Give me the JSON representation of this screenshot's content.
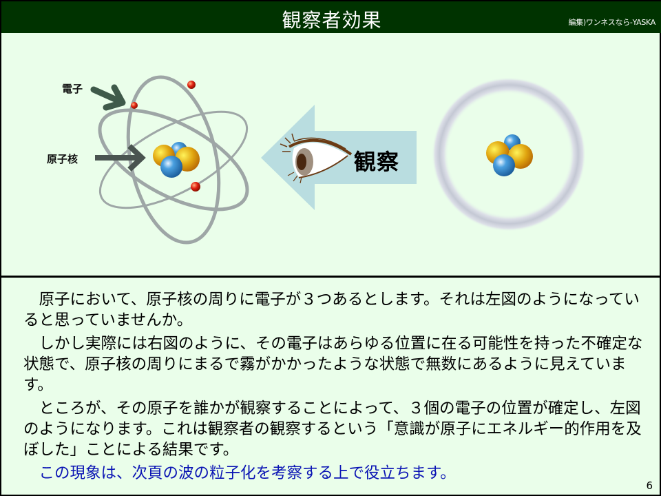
{
  "header": {
    "title": "観察者効果",
    "credit": "編集)ワンネスなら-YASKA"
  },
  "figure": {
    "left_diagram": {
      "electron_label": "電子",
      "nucleus_label": "原子核"
    },
    "arrow_label": "観察",
    "colors": {
      "header_bg": "#003300",
      "slide_bg": "#eafeea",
      "orbit": "#9ea6a6",
      "electron": "#d91f10",
      "proton": "#e0a010",
      "neutron": "#2a86c8",
      "arrow_fill": "#b9dde0",
      "label_arrow": "#3f5a4a",
      "cloud_ring": "#c7cad6",
      "emphasis_text": "#0a14b4"
    }
  },
  "body": {
    "paragraphs": [
      "原子において、原子核の周りに電子が３つあるとします。それは左図のようになっていると思っていませんか。",
      "しかし実際には右図のように、その電子はあらゆる位置に在る可能性を持った不確定な状態で、原子核の周りにまるで霧がかかったような状態で無数にあるように見えています。",
      "ところが、その原子を誰かが観察することによって、３個の電子の位置が確定し、左図のようになります。これは観察者の観察するという「意識が原子にエネルギー的作用を及ぼした」ことによる結果です。",
      "この現象は、次頁の波の粒子化を考察する上で役立ちます。"
    ]
  },
  "footer": {
    "page_number": "6"
  }
}
